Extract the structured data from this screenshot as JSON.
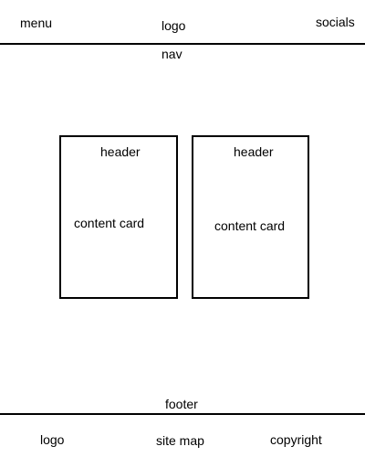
{
  "header": {
    "menu": "menu",
    "logo": "logo",
    "socials": "socials"
  },
  "nav": {
    "label": "nav"
  },
  "cards": [
    {
      "header": "header",
      "content": "content card"
    },
    {
      "header": "header",
      "content": "content card"
    }
  ],
  "footer": {
    "label": "footer",
    "logo": "logo",
    "site_map": "site map",
    "copyright": "copyright"
  }
}
